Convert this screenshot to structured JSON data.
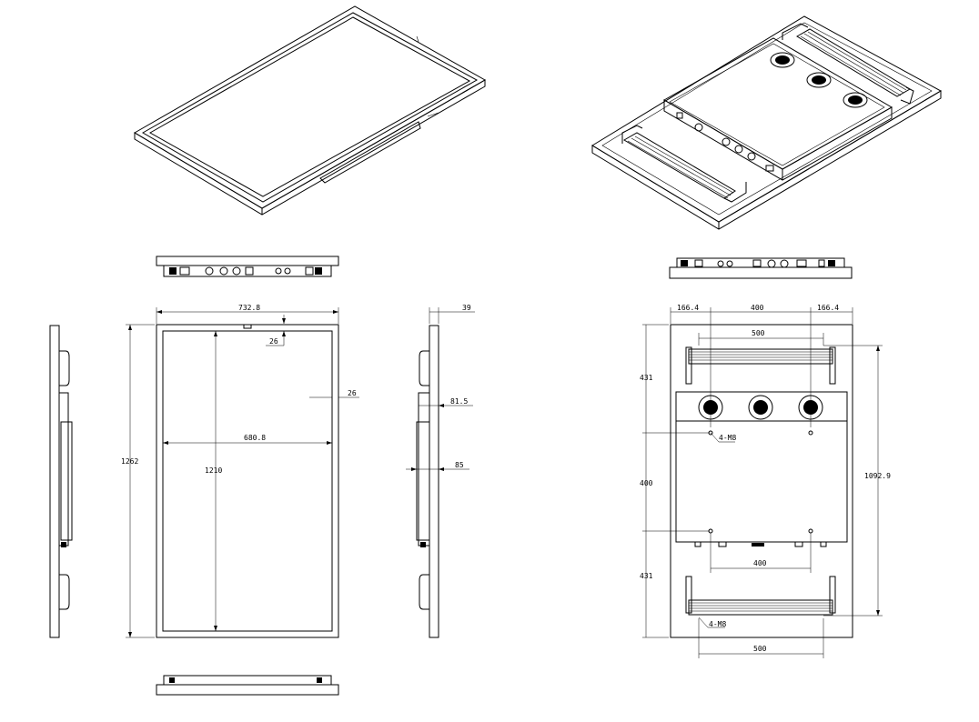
{
  "views": {
    "front": {
      "width_label": "732.8",
      "height_label": "1262",
      "bezel_top_label": "26",
      "bezel_side_label": "26",
      "active_width_label": "680.8",
      "active_height_label": "1210"
    },
    "side": {
      "depth_label": "39",
      "offset_label": "81.5",
      "total_depth_label": "85"
    },
    "rear": {
      "left_margin_label": "166.4",
      "center_label": "400",
      "right_margin_label": "166.4",
      "top_holes_label": "500",
      "top_section_label": "431",
      "middle_section_label": "400",
      "bottom_section_label": "431",
      "vertical_span_label": "1092.9",
      "lower_holes_label": "400",
      "bottom_holes_label": "500",
      "thread_upper_label": "4-M8",
      "thread_lower_label": "4-M8"
    }
  }
}
